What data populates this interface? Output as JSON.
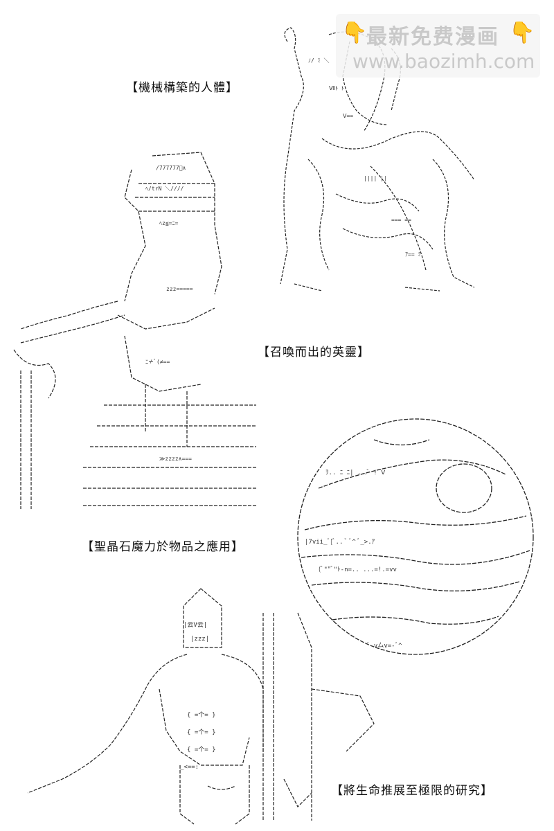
{
  "captions": {
    "c1": "【機械構築的人體】",
    "c2": "【召喚而出的英靈】",
    "c3": "【聖晶石魔力於物品之應用】",
    "c4": "【將生命推展至極限的研究】"
  },
  "watermark": {
    "title": "最新免费漫画",
    "url": "www.baozimh.com",
    "icon": "pointing-hand-icon",
    "color": "#c9c9c9",
    "accent": "#f1a627"
  }
}
